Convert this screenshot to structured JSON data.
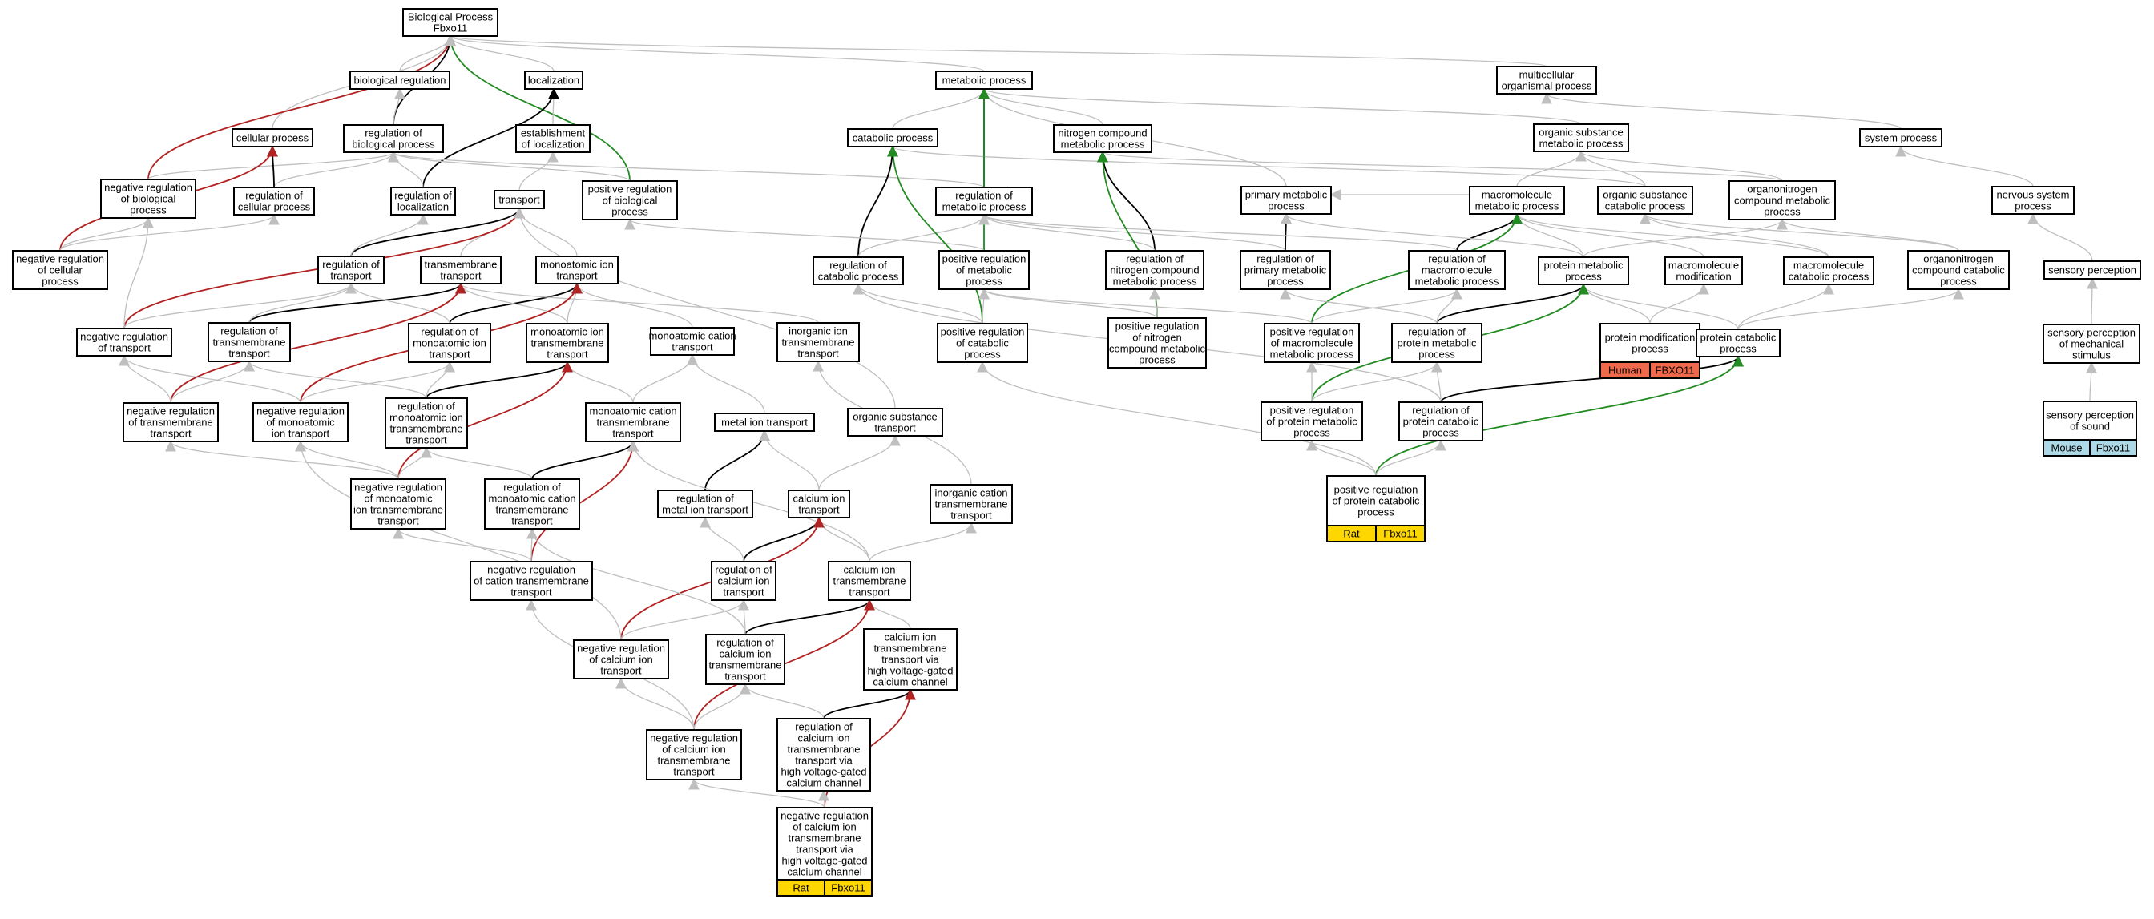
{
  "colors": {
    "is_a": "#bfbfbf",
    "part_of": "#000000",
    "negatively_regulates": "#b22222",
    "positively_regulates": "#228b22",
    "rat_tag": "#ffd700",
    "human_tag": "#ef6a4c",
    "mouse_tag": "#add8e6"
  },
  "nodes": [
    {
      "id": "bp",
      "lines": [
        "Biological Process",
        "Fbxo11"
      ]
    },
    {
      "id": "breg",
      "lines": [
        "biological regulation"
      ]
    },
    {
      "id": "loc",
      "lines": [
        "localization"
      ]
    },
    {
      "id": "cellp",
      "lines": [
        "cellular process"
      ]
    },
    {
      "id": "regbp",
      "lines": [
        "regulation of",
        "biological process"
      ]
    },
    {
      "id": "estloc",
      "lines": [
        "establishment",
        "of localization"
      ]
    },
    {
      "id": "negbp",
      "lines": [
        "negative regulation",
        "of biological",
        "process"
      ]
    },
    {
      "id": "regcell",
      "lines": [
        "regulation of",
        "cellular process"
      ]
    },
    {
      "id": "regloc",
      "lines": [
        "regulation of",
        "localization"
      ]
    },
    {
      "id": "transport",
      "lines": [
        "transport"
      ]
    },
    {
      "id": "posbp",
      "lines": [
        "positive regulation",
        "of biological",
        "process"
      ]
    },
    {
      "id": "negcell",
      "lines": [
        "negative regulation",
        "of cellular",
        "process"
      ]
    },
    {
      "id": "regtrans",
      "lines": [
        "regulation of",
        "transport"
      ]
    },
    {
      "id": "tmt",
      "lines": [
        "transmembrane",
        "transport"
      ]
    },
    {
      "id": "mit",
      "lines": [
        "monoatomic ion",
        "transport"
      ]
    },
    {
      "id": "negtrans",
      "lines": [
        "negative regulation",
        "of transport"
      ]
    },
    {
      "id": "regtmt",
      "lines": [
        "regulation of",
        "transmembrane",
        "transport"
      ]
    },
    {
      "id": "regmit",
      "lines": [
        "regulation of",
        "monoatomic ion",
        "transport"
      ]
    },
    {
      "id": "mitmt",
      "lines": [
        "monoatomic ion",
        "transmembrane",
        "transport"
      ]
    },
    {
      "id": "mct",
      "lines": [
        "monoatomic cation",
        "transport"
      ]
    },
    {
      "id": "iit",
      "lines": [
        "inorganic ion",
        "transmembrane",
        "transport"
      ]
    },
    {
      "id": "negtmt",
      "lines": [
        "negative regulation",
        "of transmembrane",
        "transport"
      ]
    },
    {
      "id": "negmit",
      "lines": [
        "negative regulation",
        "of monoatomic",
        "ion transport"
      ]
    },
    {
      "id": "regmitmt",
      "lines": [
        "regulation of",
        "monoatomic ion",
        "transmembrane",
        "transport"
      ]
    },
    {
      "id": "mctmt",
      "lines": [
        "monoatomic cation",
        "transmembrane",
        "transport"
      ]
    },
    {
      "id": "metion",
      "lines": [
        "metal ion transport"
      ]
    },
    {
      "id": "orgsubt",
      "lines": [
        "organic substance",
        "transport"
      ]
    },
    {
      "id": "negmitmt",
      "lines": [
        "negative regulation",
        "of monoatomic",
        "ion transmembrane",
        "transport"
      ]
    },
    {
      "id": "regmctmt",
      "lines": [
        "regulation of",
        "monoatomic cation",
        "transmembrane",
        "transport"
      ]
    },
    {
      "id": "regmetion",
      "lines": [
        "regulation of",
        "metal ion transport"
      ]
    },
    {
      "id": "cait",
      "lines": [
        "calcium ion",
        "transport"
      ]
    },
    {
      "id": "inorgcat",
      "lines": [
        "inorganic cation",
        "transmembrane",
        "transport"
      ]
    },
    {
      "id": "negctmt",
      "lines": [
        "negative regulation",
        "of cation transmembrane",
        "transport"
      ]
    },
    {
      "id": "regcait",
      "lines": [
        "regulation of",
        "calcium ion",
        "transport"
      ]
    },
    {
      "id": "caitmt",
      "lines": [
        "calcium ion",
        "transmembrane",
        "transport"
      ]
    },
    {
      "id": "negcait",
      "lines": [
        "negative regulation",
        "of calcium ion",
        "transport"
      ]
    },
    {
      "id": "regcaitmt",
      "lines": [
        "regulation of",
        "calcium ion",
        "transmembrane",
        "transport"
      ]
    },
    {
      "id": "caitmtvg",
      "lines": [
        "calcium ion",
        "transmembrane",
        "transport via",
        "high voltage-gated",
        "calcium channel"
      ]
    },
    {
      "id": "negcaitmt",
      "lines": [
        "negative regulation",
        "of calcium ion",
        "transmembrane",
        "transport"
      ]
    },
    {
      "id": "regcaitmtvg",
      "lines": [
        "regulation of",
        "calcium ion",
        "transmembrane",
        "transport via",
        "high voltage-gated",
        "calcium channel"
      ]
    },
    {
      "id": "negcaitmtvg",
      "lines": [
        "negative regulation",
        "of calcium ion",
        "transmembrane",
        "transport via",
        "high voltage-gated",
        "calcium channel"
      ],
      "tag": {
        "left": "Rat",
        "right": "Fbxo11",
        "color": "rat"
      }
    },
    {
      "id": "metp",
      "lines": [
        "metabolic process"
      ]
    },
    {
      "id": "multi",
      "lines": [
        "multicellular",
        "organismal process"
      ]
    },
    {
      "id": "catp",
      "lines": [
        "catabolic process"
      ]
    },
    {
      "id": "nitro",
      "lines": [
        "nitrogen compound",
        "metabolic process"
      ]
    },
    {
      "id": "orgsubm",
      "lines": [
        "organic substance",
        "metabolic process"
      ]
    },
    {
      "id": "sysp",
      "lines": [
        "system process"
      ]
    },
    {
      "id": "regmet",
      "lines": [
        "regulation of",
        "metabolic process"
      ]
    },
    {
      "id": "primm",
      "lines": [
        "primary metabolic",
        "process"
      ]
    },
    {
      "id": "macrom",
      "lines": [
        "macromolecule",
        "metabolic process"
      ]
    },
    {
      "id": "orgsubc",
      "lines": [
        "organic substance",
        "catabolic process"
      ]
    },
    {
      "id": "orgnit",
      "lines": [
        "organonitrogen",
        "compound metabolic",
        "process"
      ]
    },
    {
      "id": "nerv",
      "lines": [
        "nervous system",
        "process"
      ]
    },
    {
      "id": "regcat",
      "lines": [
        "regulation of",
        "catabolic process"
      ]
    },
    {
      "id": "posmet",
      "lines": [
        "positive regulation",
        "of metabolic",
        "process"
      ]
    },
    {
      "id": "regnitro",
      "lines": [
        "regulation of",
        "nitrogen compound",
        "metabolic process"
      ]
    },
    {
      "id": "regprim",
      "lines": [
        "regulation of",
        "primary metabolic",
        "process"
      ]
    },
    {
      "id": "regmacro",
      "lines": [
        "regulation of",
        "macromolecule",
        "metabolic process"
      ]
    },
    {
      "id": "protm",
      "lines": [
        "protein metabolic",
        "process"
      ]
    },
    {
      "id": "macromod",
      "lines": [
        "macromolecule",
        "modification"
      ]
    },
    {
      "id": "macrocat",
      "lines": [
        "macromolecule",
        "catabolic process"
      ]
    },
    {
      "id": "orgnitcat",
      "lines": [
        "organonitrogen",
        "compound catabolic",
        "process"
      ]
    },
    {
      "id": "sensp",
      "lines": [
        "sensory perception"
      ]
    },
    {
      "id": "poscat",
      "lines": [
        "positive regulation",
        "of catabolic",
        "process"
      ]
    },
    {
      "id": "posnitro",
      "lines": [
        "positive regulation",
        "of nitrogen",
        "compound metabolic",
        "process"
      ]
    },
    {
      "id": "posmacro",
      "lines": [
        "positive regulation",
        "of macromolecule",
        "metabolic process"
      ]
    },
    {
      "id": "regprot",
      "lines": [
        "regulation of",
        "protein metabolic",
        "process"
      ]
    },
    {
      "id": "protmod",
      "lines": [
        "protein modification",
        "process"
      ],
      "tag": {
        "left": "Human",
        "right": "FBXO11",
        "color": "human"
      }
    },
    {
      "id": "protcat",
      "lines": [
        "protein catabolic",
        "process"
      ]
    },
    {
      "id": "sensmech",
      "lines": [
        "sensory perception",
        "of mechanical",
        "stimulus"
      ]
    },
    {
      "id": "posprot",
      "lines": [
        "positive regulation",
        "of protein metabolic",
        "process"
      ]
    },
    {
      "id": "regprotcat",
      "lines": [
        "regulation of",
        "protein catabolic",
        "process"
      ]
    },
    {
      "id": "senssound",
      "lines": [
        "sensory perception",
        "of sound"
      ],
      "tag": {
        "left": "Mouse",
        "right": "Fbxo11",
        "color": "mouse"
      }
    },
    {
      "id": "posprotcat",
      "lines": [
        "positive regulation",
        "of protein catabolic",
        "process"
      ],
      "tag": {
        "left": "Rat",
        "right": "Fbxo11",
        "color": "rat"
      }
    }
  ],
  "edges": [
    [
      "breg",
      "bp",
      "is_a"
    ],
    [
      "loc",
      "bp",
      "is_a"
    ],
    [
      "cellp",
      "bp",
      "is_a"
    ],
    [
      "regbp",
      "bp",
      "part_of"
    ],
    [
      "negbp",
      "bp",
      "negatively_regulates"
    ],
    [
      "posbp",
      "bp",
      "positively_regulates"
    ],
    [
      "metp",
      "bp",
      "is_a"
    ],
    [
      "multi",
      "bp",
      "is_a"
    ],
    [
      "regbp",
      "breg",
      "is_a"
    ],
    [
      "estloc",
      "loc",
      "is_a"
    ],
    [
      "transport",
      "estloc",
      "is_a"
    ],
    [
      "regloc",
      "loc",
      "part_of"
    ],
    [
      "negbp",
      "regbp",
      "is_a"
    ],
    [
      "regcell",
      "regbp",
      "is_a"
    ],
    [
      "regcell",
      "cellp",
      "part_of"
    ],
    [
      "regloc",
      "regbp",
      "is_a"
    ],
    [
      "posbp",
      "regbp",
      "is_a"
    ],
    [
      "negcell",
      "cellp",
      "negatively_regulates"
    ],
    [
      "negcell",
      "negbp",
      "is_a"
    ],
    [
      "negcell",
      "regcell",
      "is_a"
    ],
    [
      "regtrans",
      "transport",
      "part_of"
    ],
    [
      "regtrans",
      "regloc",
      "is_a"
    ],
    [
      "tmt",
      "transport",
      "is_a"
    ],
    [
      "mit",
      "transport",
      "is_a"
    ],
    [
      "negtrans",
      "transport",
      "negatively_regulates"
    ],
    [
      "negtrans",
      "regtrans",
      "is_a"
    ],
    [
      "negtrans",
      "negbp",
      "is_a"
    ],
    [
      "regtmt",
      "tmt",
      "part_of"
    ],
    [
      "regtmt",
      "regtrans",
      "is_a"
    ],
    [
      "regmit",
      "mit",
      "part_of"
    ],
    [
      "regmit",
      "regtrans",
      "is_a"
    ],
    [
      "mitmt",
      "mit",
      "is_a"
    ],
    [
      "mitmt",
      "tmt",
      "is_a"
    ],
    [
      "mct",
      "mit",
      "is_a"
    ],
    [
      "iit",
      "tmt",
      "is_a"
    ],
    [
      "negtmt",
      "tmt",
      "negatively_regulates"
    ],
    [
      "negtmt",
      "regtmt",
      "is_a"
    ],
    [
      "negtmt",
      "negtrans",
      "is_a"
    ],
    [
      "negmit",
      "mit",
      "negatively_regulates"
    ],
    [
      "negmit",
      "regmit",
      "is_a"
    ],
    [
      "negmit",
      "negtrans",
      "is_a"
    ],
    [
      "regmitmt",
      "mitmt",
      "part_of"
    ],
    [
      "regmitmt",
      "regmit",
      "is_a"
    ],
    [
      "regmitmt",
      "regtmt",
      "is_a"
    ],
    [
      "mctmt",
      "mct",
      "is_a"
    ],
    [
      "mctmt",
      "mitmt",
      "is_a"
    ],
    [
      "metion",
      "mct",
      "is_a"
    ],
    [
      "orgsubt",
      "transport",
      "is_a"
    ],
    [
      "negmitmt",
      "mitmt",
      "negatively_regulates"
    ],
    [
      "negmitmt",
      "regmitmt",
      "is_a"
    ],
    [
      "negmitmt",
      "negmit",
      "is_a"
    ],
    [
      "negmitmt",
      "negtmt",
      "is_a"
    ],
    [
      "regmctmt",
      "mctmt",
      "part_of"
    ],
    [
      "regmctmt",
      "regmitmt",
      "is_a"
    ],
    [
      "regmetion",
      "metion",
      "part_of"
    ],
    [
      "cait",
      "metion",
      "is_a"
    ],
    [
      "cait",
      "orgsubt",
      "is_a"
    ],
    [
      "inorgcat",
      "iit",
      "is_a"
    ],
    [
      "negctmt",
      "mctmt",
      "negatively_regulates"
    ],
    [
      "negctmt",
      "regmctmt",
      "is_a"
    ],
    [
      "negctmt",
      "negmitmt",
      "is_a"
    ],
    [
      "regcait",
      "cait",
      "part_of"
    ],
    [
      "regcait",
      "regmetion",
      "is_a"
    ],
    [
      "caitmt",
      "cait",
      "is_a"
    ],
    [
      "caitmt",
      "inorgcat",
      "is_a"
    ],
    [
      "caitmt",
      "mctmt",
      "is_a"
    ],
    [
      "negcait",
      "cait",
      "negatively_regulates"
    ],
    [
      "negcait",
      "regcait",
      "is_a"
    ],
    [
      "negcait",
      "negmit",
      "is_a"
    ],
    [
      "regcaitmt",
      "caitmt",
      "part_of"
    ],
    [
      "regcaitmt",
      "regcait",
      "is_a"
    ],
    [
      "regcaitmt",
      "regmctmt",
      "is_a"
    ],
    [
      "caitmtvg",
      "caitmt",
      "is_a"
    ],
    [
      "negcaitmt",
      "caitmt",
      "negatively_regulates"
    ],
    [
      "negcaitmt",
      "regcaitmt",
      "is_a"
    ],
    [
      "negcaitmt",
      "negcait",
      "is_a"
    ],
    [
      "negcaitmt",
      "negctmt",
      "is_a"
    ],
    [
      "regcaitmtvg",
      "caitmtvg",
      "part_of"
    ],
    [
      "regcaitmtvg",
      "regcaitmt",
      "is_a"
    ],
    [
      "negcaitmtvg",
      "caitmtvg",
      "negatively_regulates"
    ],
    [
      "negcaitmtvg",
      "regcaitmtvg",
      "is_a"
    ],
    [
      "negcaitmtvg",
      "negcaitmt",
      "is_a"
    ],
    [
      "catp",
      "metp",
      "is_a"
    ],
    [
      "nitro",
      "metp",
      "is_a"
    ],
    [
      "orgsubm",
      "metp",
      "is_a"
    ],
    [
      "primm",
      "metp",
      "is_a"
    ],
    [
      "regmet",
      "metp",
      "part_of"
    ],
    [
      "sysp",
      "multi",
      "is_a"
    ],
    [
      "regmet",
      "regbp",
      "is_a"
    ],
    [
      "macrom",
      "primm",
      "is_a"
    ],
    [
      "macrom",
      "orgsubm",
      "is_a"
    ],
    [
      "orgsubc",
      "orgsubm",
      "is_a"
    ],
    [
      "orgsubc",
      "catp",
      "is_a"
    ],
    [
      "orgnit",
      "orgsubm",
      "is_a"
    ],
    [
      "orgnit",
      "nitro",
      "is_a"
    ],
    [
      "nerv",
      "sysp",
      "is_a"
    ],
    [
      "regcat",
      "catp",
      "part_of"
    ],
    [
      "regcat",
      "regmet",
      "is_a"
    ],
    [
      "posmet",
      "regmet",
      "is_a"
    ],
    [
      "posmet",
      "metp",
      "positively_regulates"
    ],
    [
      "posmet",
      "posbp",
      "is_a"
    ],
    [
      "regnitro",
      "nitro",
      "part_of"
    ],
    [
      "regnitro",
      "regmet",
      "is_a"
    ],
    [
      "regprim",
      "primm",
      "part_of"
    ],
    [
      "regprim",
      "regmet",
      "is_a"
    ],
    [
      "regmacro",
      "macrom",
      "part_of"
    ],
    [
      "regmacro",
      "regmet",
      "is_a"
    ],
    [
      "protm",
      "macrom",
      "is_a"
    ],
    [
      "protm",
      "orgnit",
      "is_a"
    ],
    [
      "protm",
      "primm",
      "is_a"
    ],
    [
      "macromod",
      "macrom",
      "is_a"
    ],
    [
      "macrocat",
      "macrom",
      "is_a"
    ],
    [
      "macrocat",
      "orgsubc",
      "is_a"
    ],
    [
      "orgnitcat",
      "orgnit",
      "is_a"
    ],
    [
      "orgnitcat",
      "orgsubc",
      "is_a"
    ],
    [
      "sensp",
      "nerv",
      "is_a"
    ],
    [
      "poscat",
      "catp",
      "positively_regulates"
    ],
    [
      "poscat",
      "regcat",
      "is_a"
    ],
    [
      "poscat",
      "posmet",
      "is_a"
    ],
    [
      "posnitro",
      "nitro",
      "positively_regulates"
    ],
    [
      "posnitro",
      "regnitro",
      "is_a"
    ],
    [
      "posnitro",
      "posmet",
      "is_a"
    ],
    [
      "posmacro",
      "macrom",
      "positively_regulates"
    ],
    [
      "posmacro",
      "regmacro",
      "is_a"
    ],
    [
      "posmacro",
      "posmet",
      "is_a"
    ],
    [
      "regprot",
      "protm",
      "part_of"
    ],
    [
      "regprot",
      "regmacro",
      "is_a"
    ],
    [
      "regprot",
      "regprim",
      "is_a"
    ],
    [
      "protmod",
      "protm",
      "is_a"
    ],
    [
      "protmod",
      "macromod",
      "is_a"
    ],
    [
      "protcat",
      "protm",
      "is_a"
    ],
    [
      "protcat",
      "macrocat",
      "is_a"
    ],
    [
      "protcat",
      "orgnitcat",
      "is_a"
    ],
    [
      "sensmech",
      "sensp",
      "is_a"
    ],
    [
      "posprot",
      "protm",
      "positively_regulates"
    ],
    [
      "posprot",
      "regprot",
      "is_a"
    ],
    [
      "posprot",
      "posmacro",
      "is_a"
    ],
    [
      "regprotcat",
      "protcat",
      "part_of"
    ],
    [
      "regprotcat",
      "regprot",
      "is_a"
    ],
    [
      "regprotcat",
      "regcat",
      "is_a"
    ],
    [
      "senssound",
      "sensmech",
      "is_a"
    ],
    [
      "posprotcat",
      "protcat",
      "positively_regulates"
    ],
    [
      "posprotcat",
      "regprotcat",
      "is_a"
    ],
    [
      "posprotcat",
      "posprot",
      "is_a"
    ],
    [
      "posprotcat",
      "poscat",
      "is_a"
    ]
  ]
}
